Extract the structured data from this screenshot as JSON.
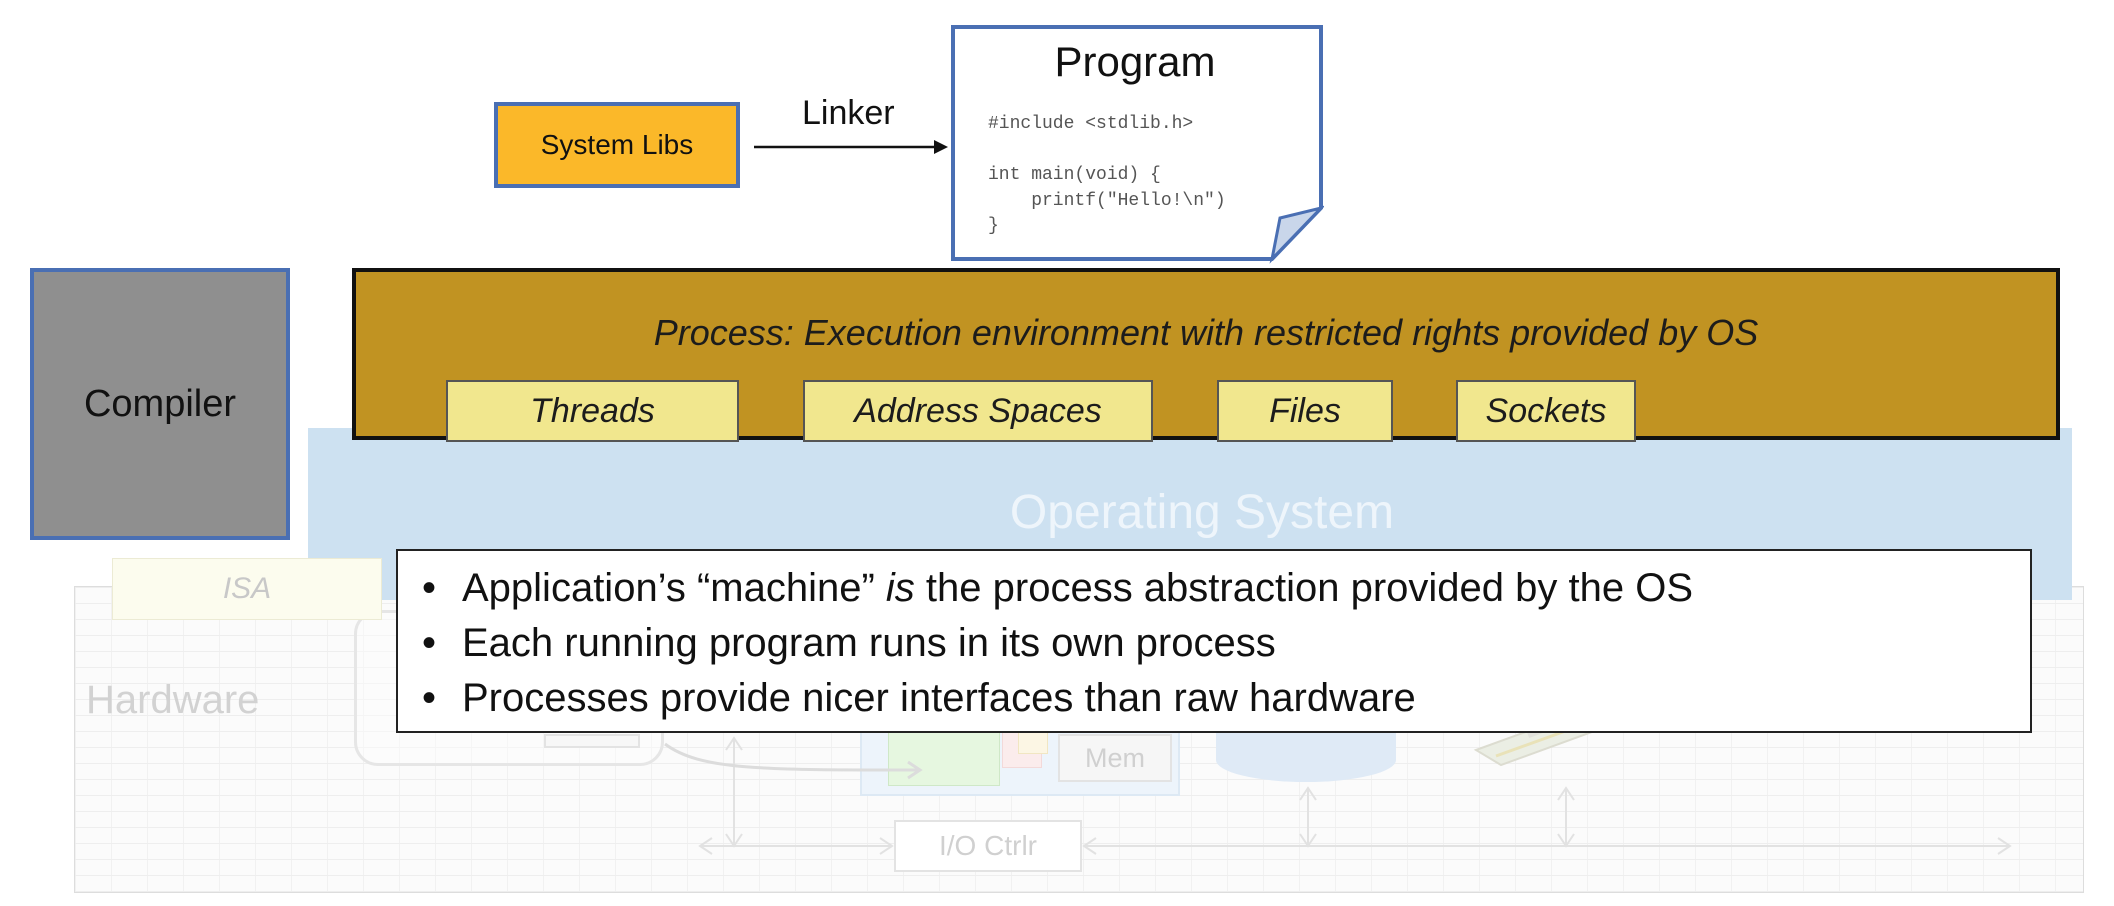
{
  "program": {
    "title": "Program",
    "code": "#include <stdlib.h>\n\nint main(void) {\n    printf(\"Hello!\\n\")\n}"
  },
  "system_libs": {
    "label": "System Libs"
  },
  "linker": {
    "label": "Linker"
  },
  "compiler": {
    "label": "Compiler"
  },
  "process": {
    "title": "Process: Execution environment with restricted rights provided by OS",
    "items": [
      "Threads",
      "Address Spaces",
      "Files",
      "Sockets"
    ]
  },
  "os": {
    "label": "Operating System"
  },
  "isa": {
    "label": "ISA"
  },
  "hardware": {
    "label": "Hardware",
    "mem_label": "Mem",
    "io_label": "I/O Ctrlr"
  },
  "bullets": {
    "b1_before": "Application’s “machine” ",
    "b1_em": "is",
    "b1_after": " the process abstraction provided by the OS",
    "b2": "Each running program runs in its own process",
    "b3": "Processes provide nicer interfaces than raw hardware",
    "marker": "•"
  },
  "colors": {
    "process_fill": "#c19322",
    "process_item_fill": "#f1e78e",
    "os_fill": "#cde1f1",
    "compiler_fill": "#8f8f8f",
    "system_libs_fill": "#fbb829",
    "box_border_blue": "#4a6fb3"
  }
}
